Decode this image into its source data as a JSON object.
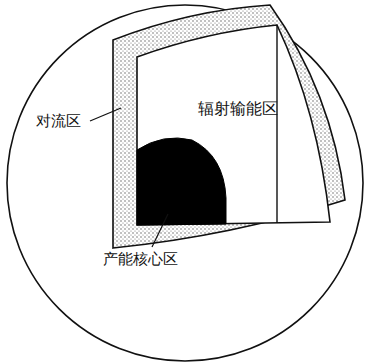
{
  "diagram": {
    "labels": [
      "对流区",
      "辐射输能区",
      "产能核心区"
    ]
  }
}
